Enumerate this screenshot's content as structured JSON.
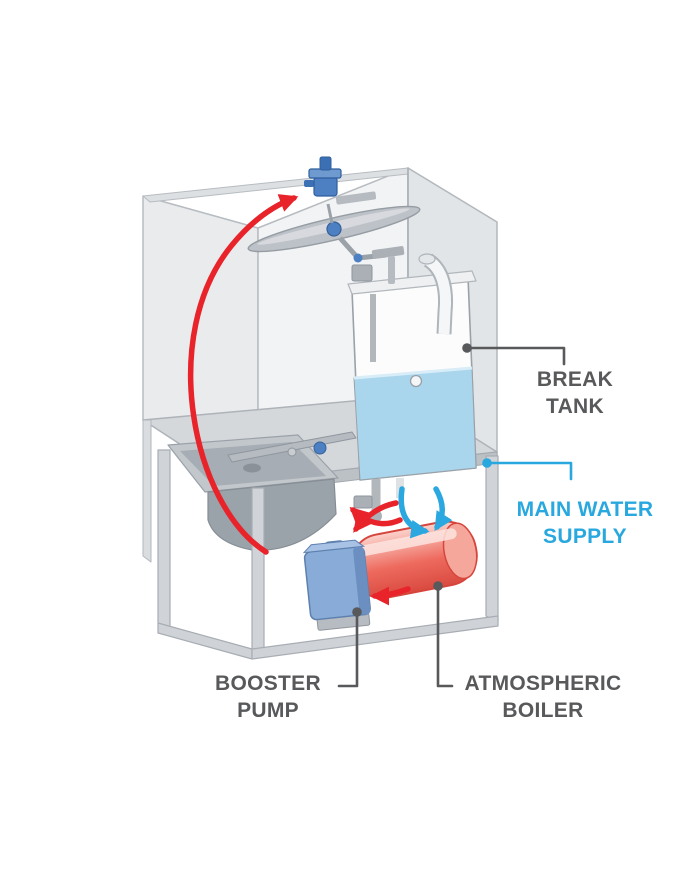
{
  "diagram": {
    "type": "labelled-cutaway-illustration",
    "subject": "commercial dishwasher water-circuit diagram",
    "labels": {
      "break_tank": {
        "line1": "BREAK",
        "line2": "TANK"
      },
      "main_water_supply": {
        "line1": "MAIN WATER",
        "line2": "SUPPLY"
      },
      "booster_pump": {
        "line1": "BOOSTER",
        "line2": "PUMP"
      },
      "atmospheric_boiler": {
        "line1": "ATMOSPHERIC",
        "line2": "BOILER"
      }
    },
    "colors": {
      "label_gray": "#58595b",
      "label_cyan": "#29a8df",
      "arrow_red": "#e8232a",
      "arrow_blue": "#2ba8e0",
      "water_blue": "#a9d6ec",
      "boiler_red": "#ee6a5e",
      "boiler_outline": "#d6453c",
      "pump_blue": "#89abd7",
      "metal_gray": "#d4d8db"
    }
  }
}
